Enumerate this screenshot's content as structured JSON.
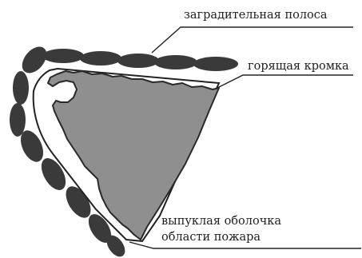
{
  "labels": {
    "barrier": "заградительная полоса",
    "burning_edge": "горящая кромка",
    "hull_line1": "выпуклая оболочка",
    "hull_line2": "области пожара"
  },
  "colors": {
    "barrier_fill": "#3a3a3a",
    "fire_area_fill": "#8f8f8f",
    "outline": "#222222",
    "background": "#ffffff"
  }
}
